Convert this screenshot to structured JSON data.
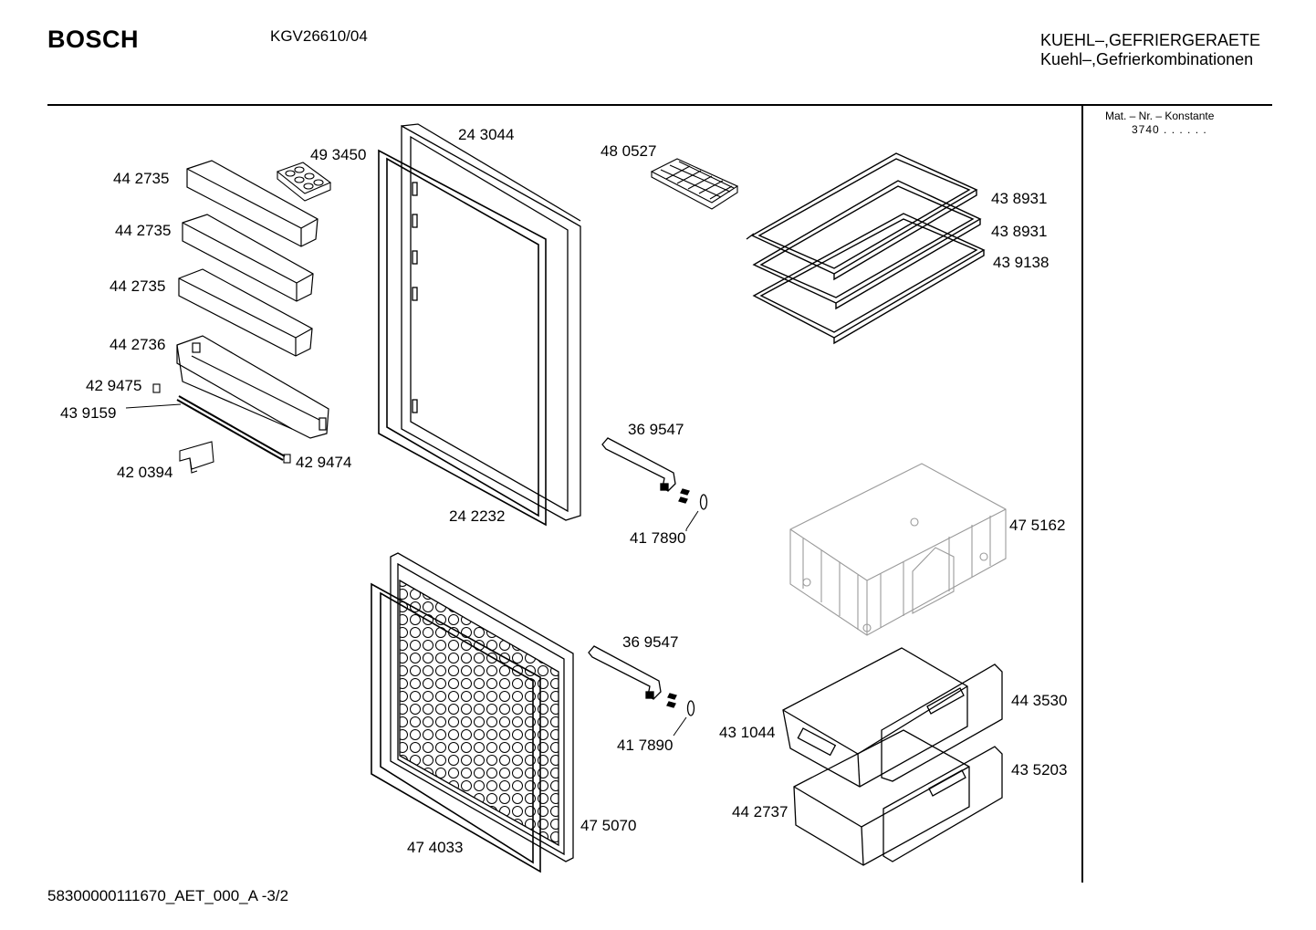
{
  "header": {
    "brand": "BOSCH",
    "model": "KGV26610/04",
    "category_line1": "KUEHL–,GEFRIERGERAETE",
    "category_line2": "Kuehl–,Gefrierkombinationen"
  },
  "sidebar": {
    "mat_label": "Mat. – Nr. – Konstante",
    "mat_value": "3740 . . . . . ."
  },
  "footer": {
    "doc_id": "58300000111670_AET_000_A -3/2"
  },
  "parts": [
    {
      "id": "p1",
      "label": "49 3450"
    },
    {
      "id": "p2",
      "label": "24 3044"
    },
    {
      "id": "p3",
      "label": "48 0527"
    },
    {
      "id": "p4",
      "label": "44 2735"
    },
    {
      "id": "p5",
      "label": "44 2735"
    },
    {
      "id": "p6",
      "label": "44 2735"
    },
    {
      "id": "p7",
      "label": "44 2736"
    },
    {
      "id": "p8",
      "label": "42 9475"
    },
    {
      "id": "p9",
      "label": "43 9159"
    },
    {
      "id": "p10",
      "label": "42 0394"
    },
    {
      "id": "p11",
      "label": "42 9474"
    },
    {
      "id": "p12",
      "label": "43 8931"
    },
    {
      "id": "p13",
      "label": "43 8931"
    },
    {
      "id": "p14",
      "label": "43 9138"
    },
    {
      "id": "p15",
      "label": "36 9547"
    },
    {
      "id": "p16",
      "label": "24 2232"
    },
    {
      "id": "p17",
      "label": "41 7890"
    },
    {
      "id": "p18",
      "label": "47 5162"
    },
    {
      "id": "p19",
      "label": "36 9547"
    },
    {
      "id": "p20",
      "label": "44 3530"
    },
    {
      "id": "p21",
      "label": "43 1044"
    },
    {
      "id": "p22",
      "label": "41 7890"
    },
    {
      "id": "p23",
      "label": "43 5203"
    },
    {
      "id": "p24",
      "label": "44 2737"
    },
    {
      "id": "p25",
      "label": "47 5070"
    },
    {
      "id": "p26",
      "label": "47 4033"
    }
  ]
}
